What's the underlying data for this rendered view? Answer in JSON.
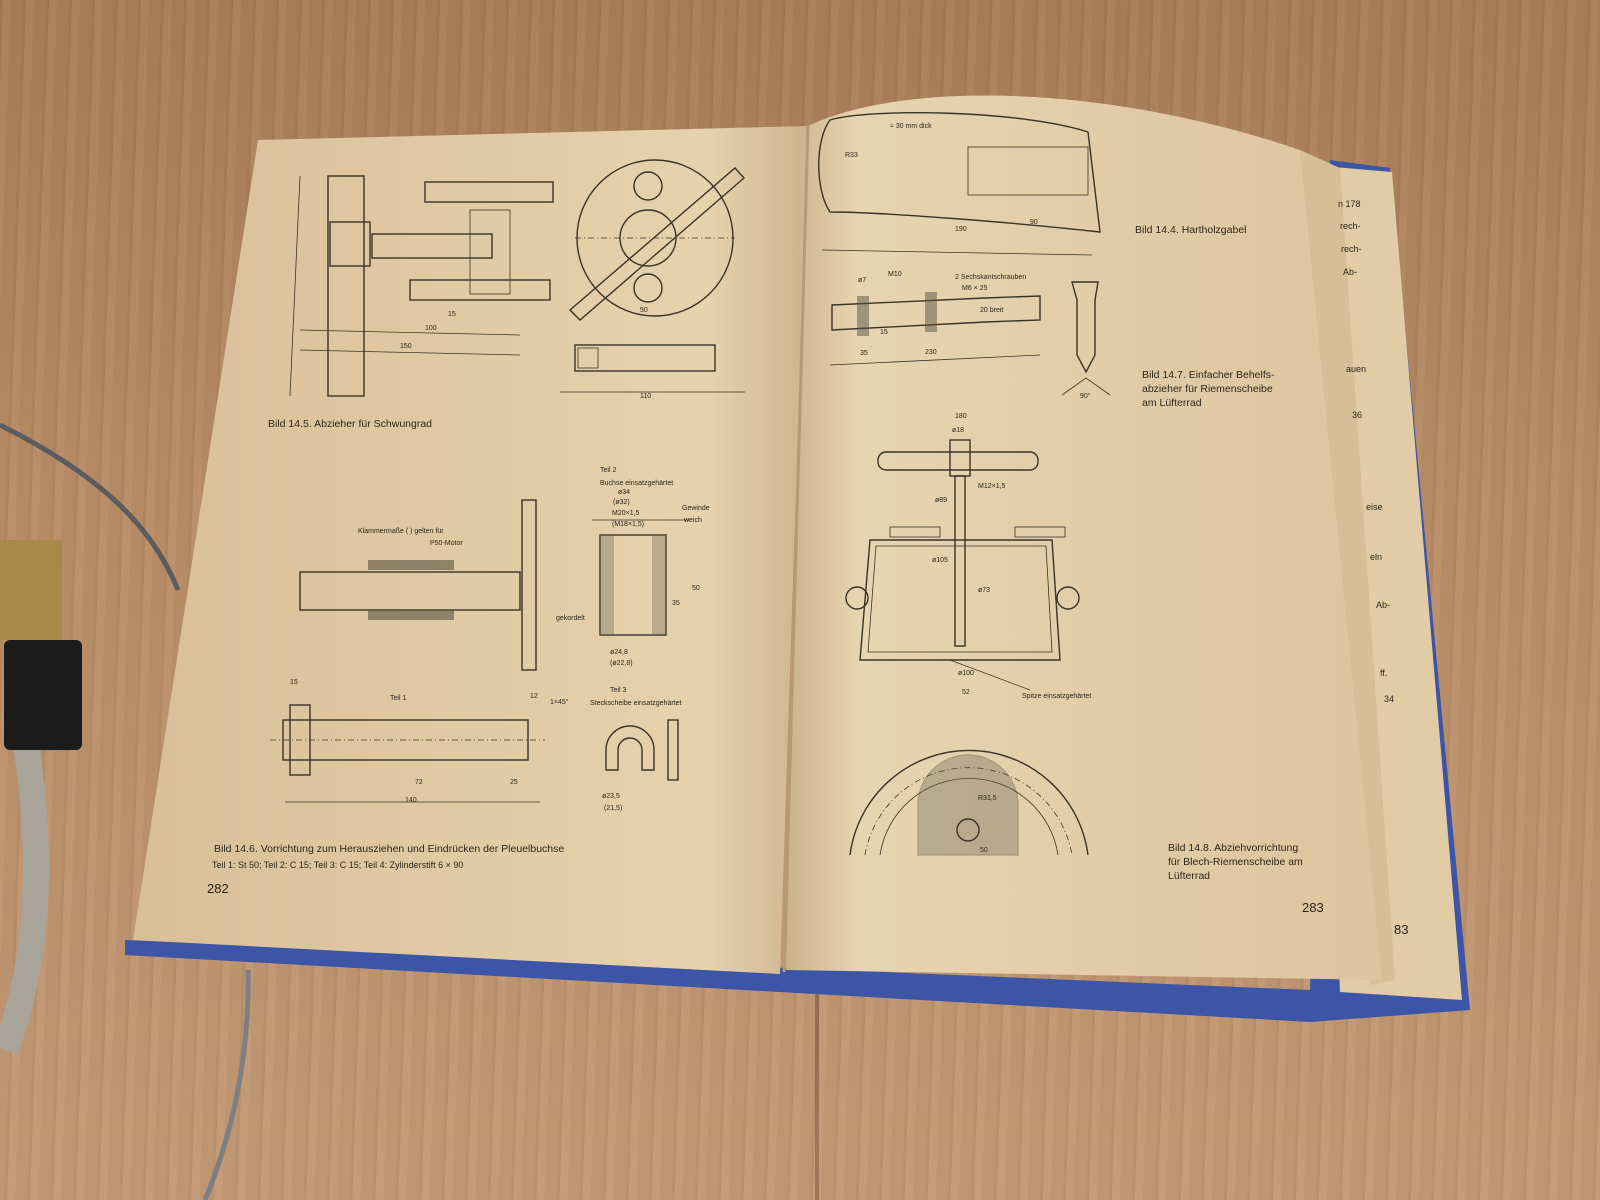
{
  "left_page": {
    "page_number": "282",
    "caption_14_5": "Bild 14.5. Abzieher für Schwungrad",
    "caption_14_6": "Bild 14.6. Vorrichtung zum Herausziehen und Eindrücken der Pleuelbuchse",
    "caption_14_6_sub": "Teil 1: St 50; Teil 2: C 15; Teil 3: C 15; Teil 4: Zylinderstift 6 × 90",
    "labels": {
      "teil2": "Teil 2",
      "buchse": "Buchse einsatzgehärtet",
      "gewinde": "Gewinde",
      "weich": "weich",
      "klammer": "Klammermaße ( ) gelten für",
      "motor": "P50-Motor",
      "gekordelt": "gekordelt",
      "teil1": "Teil 1",
      "teil3": "Teil 3",
      "steck": "Steckscheibe einsatzgehärtet",
      "dims": [
        "150",
        "100",
        "15",
        "110",
        "50",
        "140",
        "72",
        "25",
        "15",
        "12",
        "35",
        "50",
        "ø34",
        "(ø32)",
        "M20×1,5",
        "(M18×1,5)",
        "ø24,8",
        "(ø22,8)",
        "ø23,5",
        "(21,5)",
        "1×45°"
      ]
    }
  },
  "right_page": {
    "page_number": "283",
    "caption_14_4": "Bild 14.4. Hartholzgabel",
    "caption_14_7": [
      "Bild 14.7. Einfacher Behelfs-",
      "abzieher für Riemenscheibe",
      "am Lüfterrad"
    ],
    "caption_14_8": [
      "Bild 14.8. Abziehvorrichtung",
      "für Blech-Riemenscheibe am",
      "Lüfterrad"
    ],
    "labels": {
      "dick": "≈ 30 mm dick",
      "sechskant": "2 Sechskantschrauben",
      "m6": "M6 × 25",
      "breit": "20 breit",
      "spitze": "Spitze einsatzgehärtet",
      "dims": [
        "190",
        "90",
        "R33",
        "M10",
        "ø7",
        "35",
        "230",
        "15",
        "180",
        "ø18",
        "M12×1,5",
        "ø89",
        "ø105",
        "ø73",
        "ø100",
        "52",
        "R31,5",
        "50",
        "90°"
      ]
    }
  },
  "next_page_fragments": [
    "n 178",
    "rech-",
    "rech-",
    "Ab-",
    "auen",
    "36",
    "eise",
    "eln",
    "Ab-",
    "ff.",
    "34",
    "83"
  ],
  "colors": {
    "table": "#b48a62",
    "page": "#e4cfaa",
    "cover": "#3c55a6",
    "ink": "#2d2619"
  }
}
